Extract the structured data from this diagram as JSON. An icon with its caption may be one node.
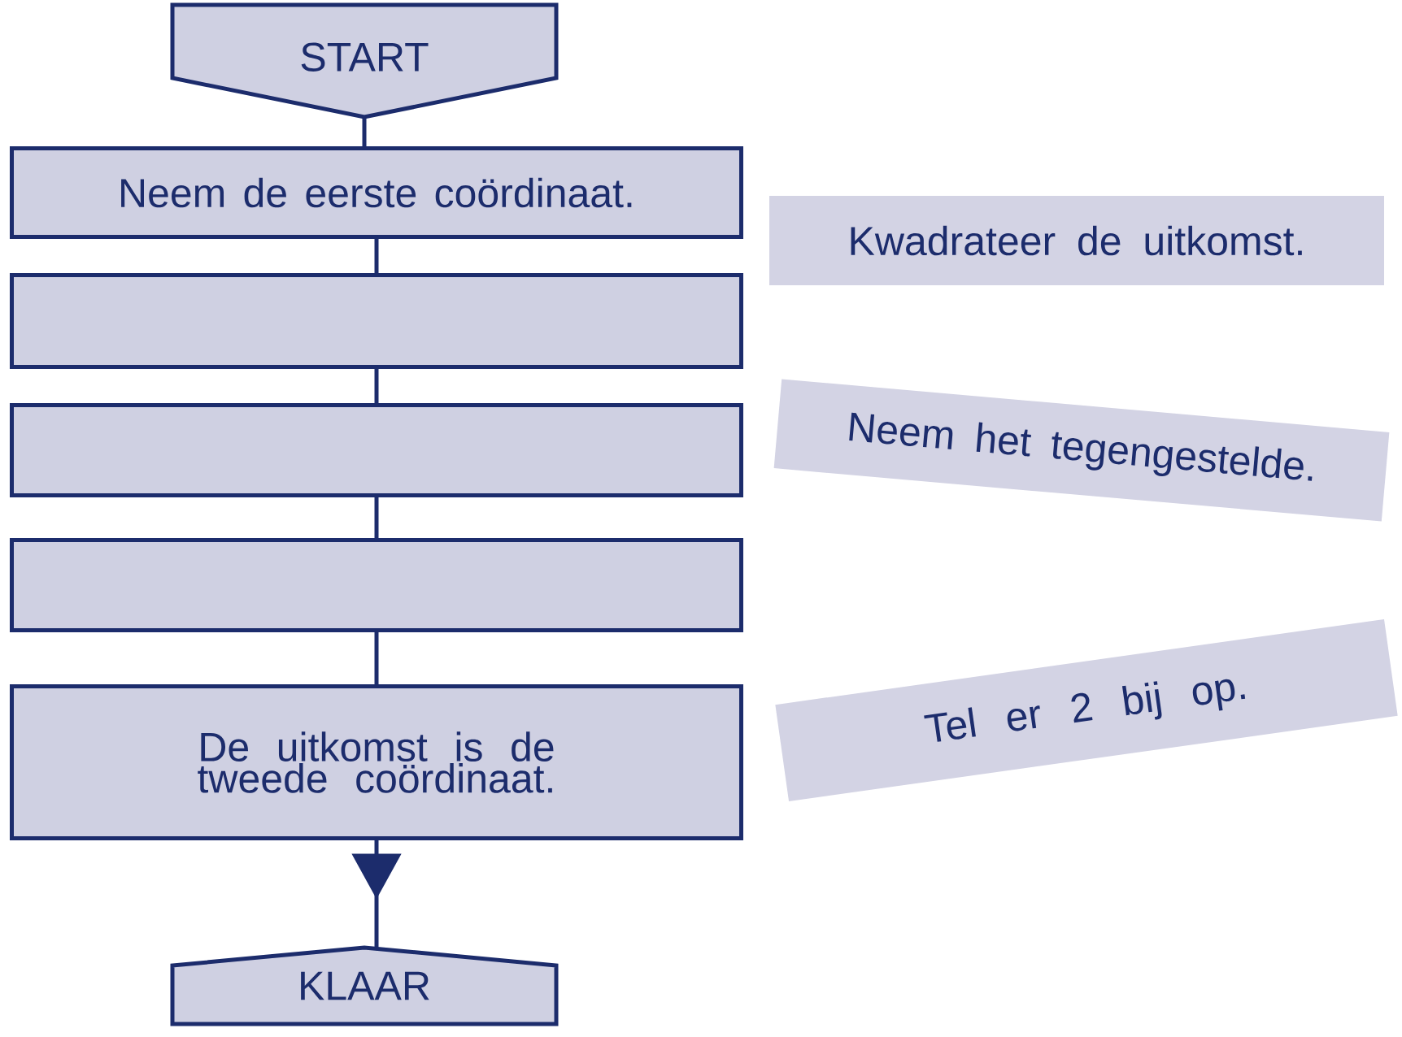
{
  "diagram": {
    "nodes": [
      {
        "text": [
          "START"
        ]
      },
      {
        "text": [
          "Neem de eerste coördinaat."
        ]
      },
      {
        "text": [],
        "shape": "box"
      },
      {
        "text": [],
        "shape": "box"
      },
      {
        "text": [],
        "shape": "box"
      },
      {
        "text": [
          "De uitkomst is de tweede coördinaat."
        ]
      },
      {
        "text": [
          "KLAAR"
        ]
      },
      {
        "text": [
          "Kwadrateer de uitkomst."
        ]
      },
      {
        "text": [
          "Neem het tegengestelde."
        ]
      },
      {
        "text": [
          "Tel er 2 bij op."
        ]
      }
    ],
    "edges": [
      {
        "from": 0,
        "to": 1,
        "arrow": "none"
      },
      {
        "from": 1,
        "to": 2,
        "arrow": "none"
      },
      {
        "from": 2,
        "to": 3,
        "arrow": "none"
      },
      {
        "from": 3,
        "to": 4,
        "arrow": "none"
      },
      {
        "from": 4,
        "to": 5,
        "arrow": "none"
      },
      {
        "from": 5,
        "to": 6,
        "arrow": "to"
      }
    ]
  }
}
